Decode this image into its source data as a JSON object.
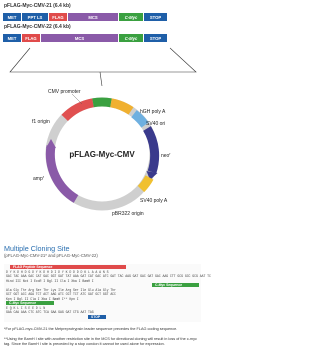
{
  "vectors": [
    {
      "title": "pFLAG-Myc-CMV-21 (6.4 kb)",
      "segments": [
        {
          "label": "MET",
          "color": "#1f5fa8"
        },
        {
          "label": "PPT LS",
          "color": "#1f5fa8"
        },
        {
          "label": "FLAG",
          "color": "#e04b4b"
        },
        {
          "label": "MCS",
          "color": "#8a5aa8"
        },
        {
          "label": "C-Myc",
          "color": "#3aa040"
        },
        {
          "label": "STOP",
          "color": "#1f5fa8"
        }
      ]
    },
    {
      "title": "pFLAG-Myc-CMV-22 (6.4 kb)",
      "segments": [
        {
          "label": "MET",
          "color": "#1f5fa8"
        },
        {
          "label": "FLAG",
          "color": "#e04b4b"
        },
        {
          "label": "MCS",
          "color": "#8a5aa8"
        },
        {
          "label": "C-Myc",
          "color": "#3aa040"
        },
        {
          "label": "STOP",
          "color": "#1f5fa8"
        }
      ]
    }
  ],
  "plasmid": {
    "name": "pFLAG-Myc-CMV",
    "labels": {
      "cmv": "CMV promoter",
      "hgh": "hGH poly A",
      "sv40a": "SV40 ori",
      "neo": "neo",
      "neo_sup": "r",
      "sv40pa": "SV40 poly A",
      "pbr": "pBR322 origin",
      "amp": "amp",
      "amp_sup": "r",
      "f1": "f1 origin"
    },
    "colors": {
      "cmv": "#e05050",
      "mcs": "#3aa040",
      "hgh": "#f0b030",
      "sv40": "#6fb0e0",
      "neo": "#3a3a8c",
      "sv40pa": "#f0c030",
      "amp": "#8a5aa8",
      "backbone": "#cfcfcf"
    }
  },
  "mcs": {
    "title": "Multiple Cloning Site",
    "subtitle": "(pFLAG-Myc-CMV-21* and pFLAG-Myc-CMV-22)",
    "flag_label": "FLAG Peptide Sequence",
    "cmyc_label": "C-Myc Sequence",
    "stop_label": "STOP",
    "seq_lines": [
      "D Y K D H D G D Y K D H D I D Y K D D D D K L A A A N S",
      "GAC TAC AAA GAC CAT GAC GGT GAT TAT AAA GAT CAT GAC ATC GAT TAC AAG GAT GAC GAT GAC AAG CTT GCG GCC GCG AAT TC",
      "Hind III   Not I   EcoR I   Bgl II   Cla I   Xba I   BamH I",
      "Ala Gly Thr Arg Ser Thr Lys Ile Arg Ser Ile Glu Ala Gly Thr",
      "GCT GGT ACC AGA TCT ACT AAG ATC CGT TCT ATC GAT GCT GGT ACC",
      "Kpn I   Bgl II   Cla I   Xba I   BamH I**   Kpn I",
      "E Q K L I S E E D L N",
      "GAA CAA AAA CTC ATC TCA GAA GAG GAT CTG AAT TAG"
    ]
  },
  "footnotes": [
    "*For pFLAG-myc-CMV-21 the Metpreprotrypsin leader sequence precedes the FLAG coding sequence.",
    "**Using the BamH I site with another restriction site in the MCS for directional cloning will result in loss of the c-myc tag. Since the BamH I site is preceded by a stop condon it cannot be used alone for expression."
  ]
}
